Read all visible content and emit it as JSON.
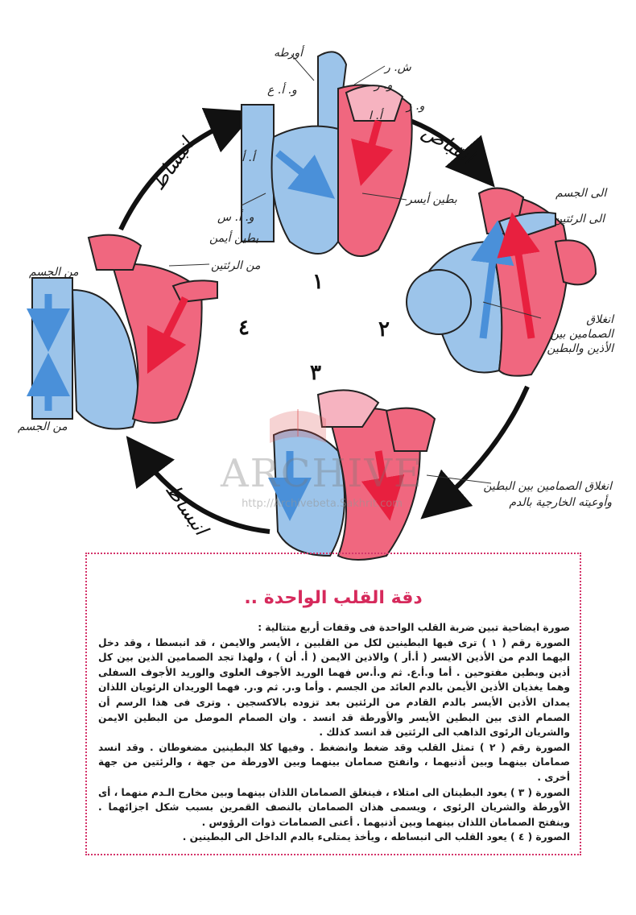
{
  "diagram": {
    "stage_numbers": [
      "١",
      "٢",
      "٣",
      "٤"
    ],
    "phase_labels": {
      "contraction": "انقباض",
      "relaxation_left": "انبساط",
      "relaxation_bottom": "انبساط"
    },
    "labels_fig1": {
      "aorta": "أورطه",
      "pulmonary_artery": "ش. ر",
      "vr": "و. ر",
      "vr2": "و. ر",
      "svc": "و. أ. ع",
      "ra": "أ. أ",
      "la": "أ. ا",
      "ivc": "و. أ. س",
      "left_ventricle": "بطين أيسر",
      "right_ventricle": "بطين أيمن"
    },
    "labels_fig2": {
      "to_body": "الى الجسم",
      "to_lungs": "الى الرئتين",
      "valves_closed": "انغلاق الصمامين بين الأذين والبطين"
    },
    "labels_fig3": {
      "valves_closed": "انغلاق الصمامين بين البطين وأوعيته الخارجية بالدم"
    },
    "labels_fig4": {
      "from_lungs": "من الرئتين",
      "from_body_top": "من الجسم",
      "from_body_bottom": "من الجسم"
    },
    "watermark": {
      "brand": "ARCHIVE",
      "url": "http://Archivebeta.Sakhrit.com"
    },
    "colors": {
      "blue": "#9cc4ea",
      "blue_arrow": "#4a90d9",
      "red": "#f0677f",
      "red_arrow": "#e8203f",
      "pink_light": "#f6b3c0",
      "accent": "#d62a5c"
    }
  },
  "article": {
    "title": "دقة القلب الواحدة ..",
    "paragraphs": [
      "صورة ايضاحية تبين ضربة القلب الواحدة فى وقفات أربع متتالية :",
      "الصورة رقم ( ١ ) ترى فيها البطينين لكل من القلبين ، الأيسر والايمن ، قد انبسطا ، وقد دخل اليهما الدم من الأذين الايسر ( أ.أر ) والاذين الايمن ( أ. أن ) ، ولهذا تجد الصمامين الذين بين كل أذين وبطين مفتوحين . أما و.أ.ع. ثم و.أ.س فهما الوريد الأجوف العلوى والوريد الأجوف السفلى وهما يغذيان الأذين الأيمن بالدم العائد من الجسم . وأما و.ر. ثم و.ر. فهما الوريدان الرئويان اللذان يمدان الأذين الأيسر بالدم القادم من الرئتين بعد تزوده بالاكسجين . وترى فى هذا الرسم أن الصمام الذى بين البطين الأيسر والأورطة قد انسد . وان الصمام الموصل من البطين الايمن والشريان الرئوى الذاهب الى الرئتين قد انسد كذلك .",
      "الصورة رقم ( ٢ ) تمثل القلب وقد ضغط وانضغط . وفيها كلا البطينين مضغوطان . وقد انسد صمامان بينهما وبين أذنيهما ، وانفتح صمامان بينهما وبين الاورطة من جهة ، والرئتين من جهة أخرى .",
      "الصورة ( ٣ ) يعود البطينان الى امتلاء ، فينغلق الصمامان اللذان بينهما وبين مخارج الـدم منهما ، أى الأورطة والشريان الرئوى ، ويسمى هذان الصمامان بالنصف القمرين بسبب شكل اجزائهما . وينفتح الصمامان اللذان بينهما وبين أذنيهما . أعنى الصمامات ذوات الرؤوس .",
      "الصورة ( ٤ ) يعود القلب الى انبساطه ، ويأخذ يمتلىء بالدم الداخل الى البطينين ."
    ]
  }
}
